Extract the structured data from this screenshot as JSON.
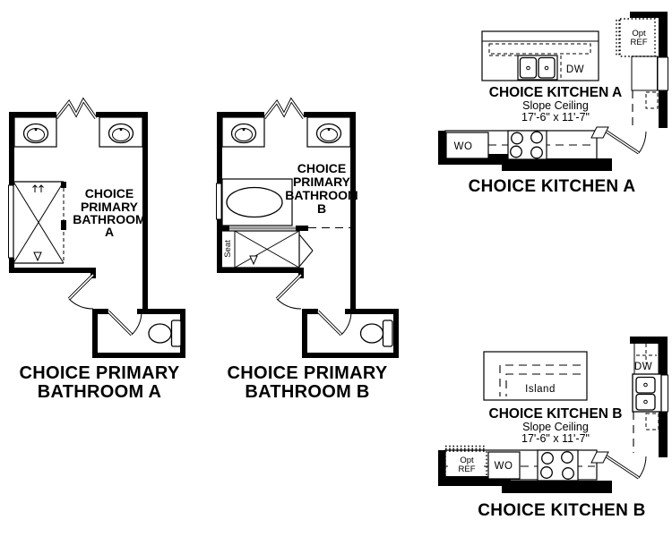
{
  "palette": {
    "ink": "#000000",
    "paper": "#ffffff",
    "glass_gray": "#8f8f8f"
  },
  "figures": {
    "bathroom_a": {
      "room_label": [
        "CHOICE",
        "PRIMARY",
        "BATHROOM",
        "A"
      ],
      "caption": [
        "CHOICE PRIMARY",
        "BATHROOM A"
      ]
    },
    "bathroom_b": {
      "room_label": [
        "CHOICE",
        "PRIMARY",
        "BATHROOM",
        "B"
      ],
      "shower_seat_label": "Seat",
      "caption": [
        "CHOICE PRIMARY",
        "BATHROOM B"
      ]
    },
    "kitchen_a": {
      "title": "CHOICE KITCHEN A",
      "ceiling_note": "Slope Ceiling",
      "room_size": "17'-6\" x 11'-7\"",
      "caption": "CHOICE KITCHEN A",
      "appliances": {
        "dishwasher": "DW",
        "wall_oven": "WO",
        "opt_refrigerator": [
          "Opt",
          "REF"
        ]
      }
    },
    "kitchen_b": {
      "title": "CHOICE KITCHEN B",
      "ceiling_note": "Slope Ceiling",
      "room_size": "17'-6\" x 11'-7\"",
      "caption": "CHOICE KITCHEN B",
      "island_label": "Island",
      "appliances": {
        "dishwasher": "DW",
        "wall_oven": "WO",
        "opt_refrigerator": [
          "Opt",
          "REF"
        ]
      }
    }
  }
}
